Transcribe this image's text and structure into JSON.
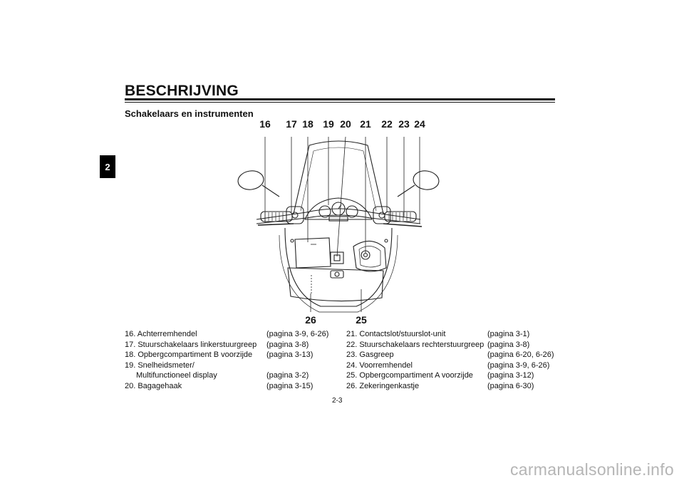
{
  "header": {
    "section_title": "BESCHRIJVING",
    "subtitle": "Schakelaars en instrumenten",
    "chapter_tab": "2"
  },
  "callouts": {
    "top": [
      "16",
      "17",
      "18",
      "19",
      "20",
      "21",
      "22",
      "23",
      "24"
    ],
    "bottom": [
      "26",
      "25"
    ]
  },
  "legend": {
    "left": [
      {
        "label": "16. Achterremhendel",
        "page": "(pagina 3-9, 6-26)"
      },
      {
        "label": "17. Stuurschakelaars linkerstuurgreep",
        "page": "(pagina 3-8)"
      },
      {
        "label": "18. Opbergcompartiment B voorzijde",
        "page": "(pagina 3-13)"
      },
      {
        "label": "19. Snelheidsmeter/",
        "page": ""
      },
      {
        "label": "Multifunctioneel display",
        "page": "(pagina 3-2)"
      },
      {
        "label": "20. Bagagehaak",
        "page": "(pagina 3-15)"
      }
    ],
    "right": [
      {
        "label": "21. Contactslot/stuurslot-unit",
        "page": "(pagina 3-1)"
      },
      {
        "label": "22. Stuurschakelaars rechterstuurgreep",
        "page": "(pagina 3-8)"
      },
      {
        "label": "23. Gasgreep",
        "page": "(pagina 6-20, 6-26)"
      },
      {
        "label": "24. Voorremhendel",
        "page": "(pagina 3-9, 6-26)"
      },
      {
        "label": "25. Opbergcompartiment A voorzijde",
        "page": "(pagina 3-12)"
      },
      {
        "label": "26. Zekeringenkastje",
        "page": "(pagina 6-30)"
      }
    ]
  },
  "footer": {
    "page_number": "2-3",
    "watermark": "carmanualsonline.info"
  }
}
